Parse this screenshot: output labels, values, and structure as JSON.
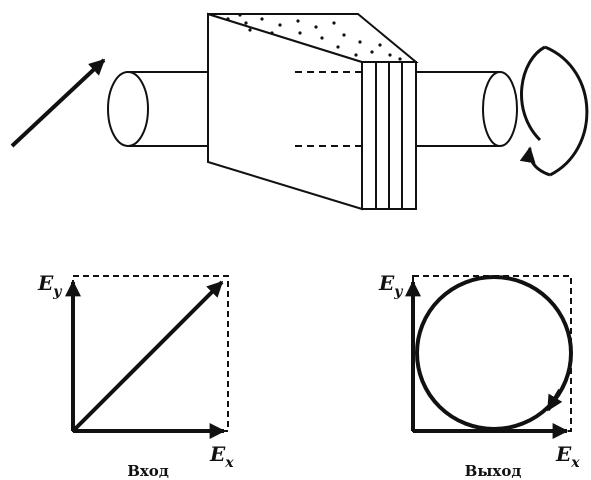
{
  "diagrams": {
    "input": {
      "caption": "Вход",
      "x_axis_main": "E",
      "x_axis_sub": "x",
      "y_axis_main": "E",
      "y_axis_sub": "y"
    },
    "output": {
      "caption": "Выход",
      "x_axis_main": "E",
      "x_axis_sub": "x",
      "y_axis_main": "E",
      "y_axis_sub": "y"
    }
  },
  "colors": {
    "ink": "#111111",
    "background": "#ffffff"
  }
}
